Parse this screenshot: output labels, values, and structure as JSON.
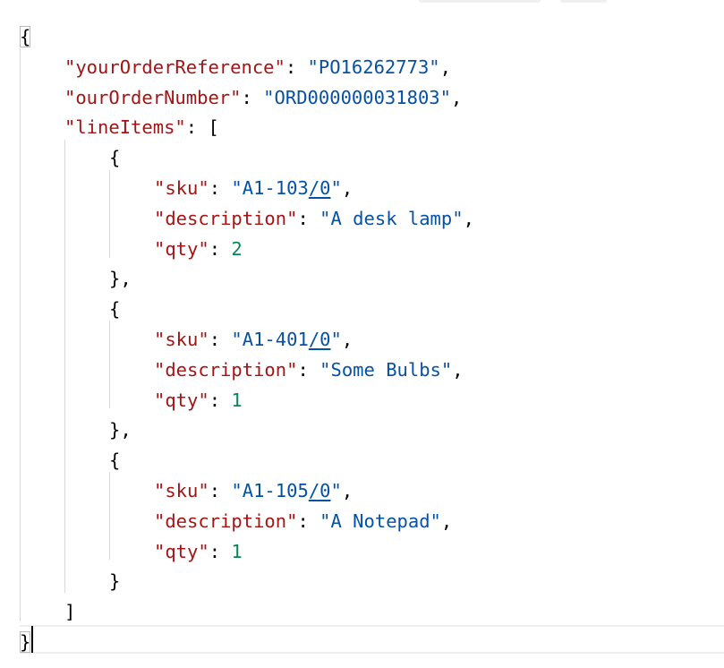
{
  "json_lines": [
    {
      "indent": 0,
      "tokens": [
        {
          "t": "{",
          "c": "punc"
        }
      ]
    },
    {
      "indent": 1,
      "tokens": [
        {
          "t": "\"yourOrderReference\"",
          "c": "key"
        },
        {
          "t": ": ",
          "c": "punc"
        },
        {
          "t": "\"PO16262773\"",
          "c": "str"
        },
        {
          "t": ",",
          "c": "punc"
        }
      ]
    },
    {
      "indent": 1,
      "tokens": [
        {
          "t": "\"ourOrderNumber\"",
          "c": "key"
        },
        {
          "t": ": ",
          "c": "punc"
        },
        {
          "t": "\"ORD000000031803\"",
          "c": "str"
        },
        {
          "t": ",",
          "c": "punc"
        }
      ]
    },
    {
      "indent": 1,
      "tokens": [
        {
          "t": "\"lineItems\"",
          "c": "key"
        },
        {
          "t": ": [",
          "c": "punc"
        }
      ]
    },
    {
      "indent": 2,
      "tokens": [
        {
          "t": "{",
          "c": "punc"
        }
      ]
    },
    {
      "indent": 3,
      "tokens": [
        {
          "t": "\"sku\"",
          "c": "key"
        },
        {
          "t": ": ",
          "c": "punc"
        },
        {
          "t": "\"A1-103",
          "c": "str"
        },
        {
          "t": "/0",
          "c": "str squig"
        },
        {
          "t": "\"",
          "c": "str"
        },
        {
          "t": ",",
          "c": "punc"
        }
      ]
    },
    {
      "indent": 3,
      "tokens": [
        {
          "t": "\"description\"",
          "c": "key"
        },
        {
          "t": ": ",
          "c": "punc"
        },
        {
          "t": "\"A desk lamp\"",
          "c": "str"
        },
        {
          "t": ",",
          "c": "punc"
        }
      ]
    },
    {
      "indent": 3,
      "tokens": [
        {
          "t": "\"qty\"",
          "c": "key"
        },
        {
          "t": ": ",
          "c": "punc"
        },
        {
          "t": "2",
          "c": "num"
        }
      ]
    },
    {
      "indent": 2,
      "tokens": [
        {
          "t": "},",
          "c": "punc"
        }
      ]
    },
    {
      "indent": 2,
      "tokens": [
        {
          "t": "{",
          "c": "punc"
        }
      ]
    },
    {
      "indent": 3,
      "tokens": [
        {
          "t": "\"sku\"",
          "c": "key"
        },
        {
          "t": ": ",
          "c": "punc"
        },
        {
          "t": "\"A1-401",
          "c": "str"
        },
        {
          "t": "/0",
          "c": "str squig"
        },
        {
          "t": "\"",
          "c": "str"
        },
        {
          "t": ",",
          "c": "punc"
        }
      ]
    },
    {
      "indent": 3,
      "tokens": [
        {
          "t": "\"description\"",
          "c": "key"
        },
        {
          "t": ": ",
          "c": "punc"
        },
        {
          "t": "\"Some Bulbs\"",
          "c": "str"
        },
        {
          "t": ",",
          "c": "punc"
        }
      ]
    },
    {
      "indent": 3,
      "tokens": [
        {
          "t": "\"qty\"",
          "c": "key"
        },
        {
          "t": ": ",
          "c": "punc"
        },
        {
          "t": "1",
          "c": "num"
        }
      ]
    },
    {
      "indent": 2,
      "tokens": [
        {
          "t": "},",
          "c": "punc"
        }
      ]
    },
    {
      "indent": 2,
      "tokens": [
        {
          "t": "{",
          "c": "punc"
        }
      ]
    },
    {
      "indent": 3,
      "tokens": [
        {
          "t": "\"sku\"",
          "c": "key"
        },
        {
          "t": ": ",
          "c": "punc"
        },
        {
          "t": "\"A1-105",
          "c": "str"
        },
        {
          "t": "/0",
          "c": "str squig"
        },
        {
          "t": "\"",
          "c": "str"
        },
        {
          "t": ",",
          "c": "punc"
        }
      ]
    },
    {
      "indent": 3,
      "tokens": [
        {
          "t": "\"description\"",
          "c": "key"
        },
        {
          "t": ": ",
          "c": "punc"
        },
        {
          "t": "\"A Notepad\"",
          "c": "str"
        },
        {
          "t": ",",
          "c": "punc"
        }
      ]
    },
    {
      "indent": 3,
      "tokens": [
        {
          "t": "\"qty\"",
          "c": "key"
        },
        {
          "t": ": ",
          "c": "punc"
        },
        {
          "t": "1",
          "c": "num"
        }
      ]
    },
    {
      "indent": 2,
      "tokens": [
        {
          "t": "}",
          "c": "punc"
        }
      ]
    },
    {
      "indent": 1,
      "tokens": [
        {
          "t": "]",
          "c": "punc"
        }
      ]
    },
    {
      "indent": 0,
      "tokens": [
        {
          "t": "}",
          "c": "punc"
        }
      ]
    }
  ],
  "colors": {
    "key": "#a31515",
    "string": "#0451a5",
    "number": "#098658",
    "punctuation": "#000000"
  }
}
